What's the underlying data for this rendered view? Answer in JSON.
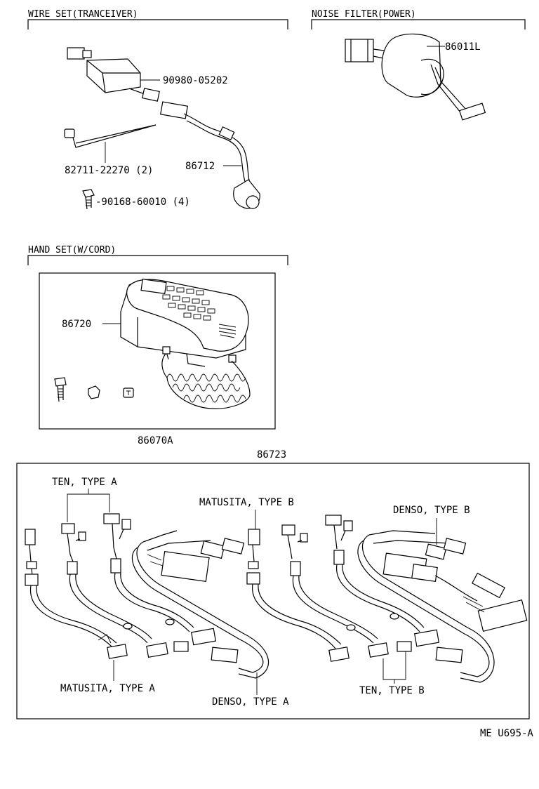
{
  "sections": {
    "wire_set": "WIRE SET(TRANCEIVER)",
    "noise_filter": "NOISE FILTER(POWER)",
    "hand_set": "HAND SET(W/CORD)"
  },
  "parts": {
    "p1": "90980-05202",
    "p2": "82711-22270 (2)",
    "p3": "86712",
    "p4": "-90168-60010 (4)",
    "p5": "86011L",
    "p6": "86720",
    "p7": "86070A",
    "p8": "86723"
  },
  "harness_labels": {
    "ten_a": "TEN, TYPE  A",
    "matusita_b": "MATUSITA, TYPE  B",
    "denso_b": "DENSO, TYPE  B",
    "matusita_a": "MATUSITA, TYPE  A",
    "denso_a": "DENSO, TYPE  A",
    "ten_b": "TEN, TYPE  B"
  },
  "figure_id": "ME U695-A"
}
